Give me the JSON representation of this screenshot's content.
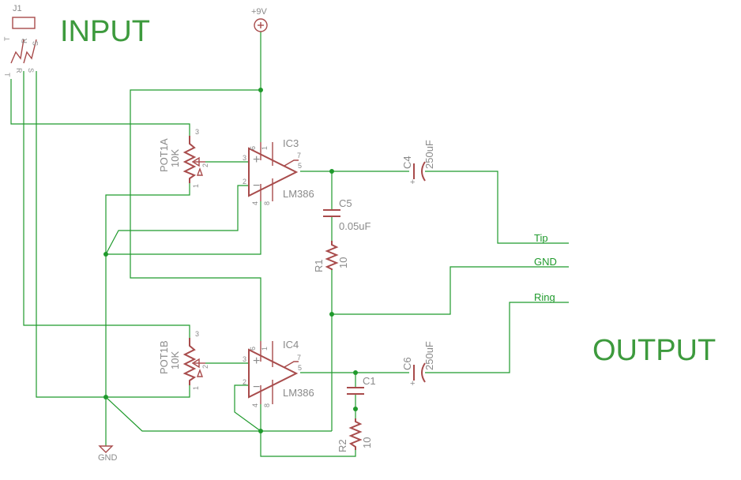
{
  "title_input": "INPUT",
  "title_output": "OUTPUT",
  "power": {
    "label": "+9V"
  },
  "ground": {
    "label": "GND"
  },
  "connector": {
    "ref": "J1",
    "pins_top": [
      "T",
      "R",
      "S"
    ],
    "pins_side": [
      "T",
      "R",
      "S"
    ]
  },
  "pot_a": {
    "ref": "POT1A",
    "value": "10K",
    "pins": [
      "3",
      "2",
      "1"
    ]
  },
  "pot_b": {
    "ref": "POT1B",
    "value": "10K",
    "pins": [
      "3",
      "2",
      "1"
    ]
  },
  "ic3": {
    "ref": "IC3",
    "part": "LM386",
    "pins": [
      "6",
      "1",
      "7",
      "3",
      "5",
      "2",
      "4",
      "8"
    ],
    "plus": "+",
    "minus": "−"
  },
  "ic4": {
    "ref": "IC4",
    "part": "LM386",
    "pins": [
      "6",
      "1",
      "7",
      "3",
      "5",
      "2",
      "4",
      "8"
    ],
    "plus": "+",
    "minus": "−"
  },
  "c4": {
    "ref": "C4",
    "value": "250uF",
    "polarity": "+"
  },
  "c6": {
    "ref": "C6",
    "value": "250uF",
    "polarity": "+"
  },
  "c5": {
    "ref": "C5",
    "value": "0.05uF"
  },
  "c1": {
    "ref": "C1"
  },
  "r1": {
    "ref": "R1",
    "value": "10"
  },
  "r2": {
    "ref": "R2",
    "value": "10"
  },
  "outputs": {
    "tip": "Tip",
    "gnd": "GND",
    "ring": "Ring"
  }
}
